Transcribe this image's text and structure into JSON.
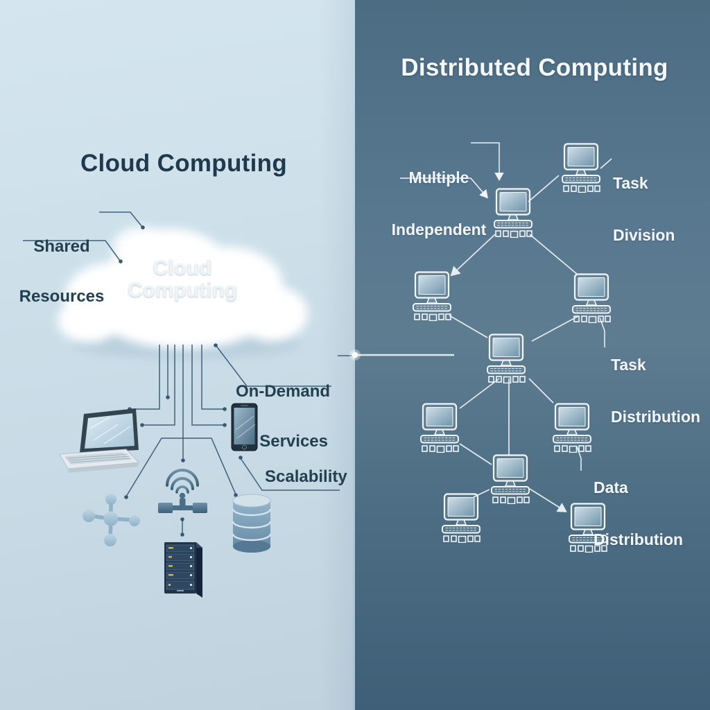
{
  "left": {
    "title": "Cloud Computing",
    "cloud_label": {
      "line1": "Cloud",
      "line2": "Computing"
    },
    "labels": {
      "shared": {
        "line1": "Shared",
        "line2": "Resources"
      },
      "on_demand": {
        "line1": "On-Demand",
        "line2": "Services"
      },
      "scalability": "Scalability"
    },
    "icons": [
      "cloud-icon",
      "laptop-icon",
      "smartphone-icon",
      "network-node-icon",
      "wifi-router-icon",
      "server-rack-icon",
      "database-icon"
    ],
    "colors": {
      "background": "#cde0ea",
      "title": "#1e3a4c",
      "label": "#24404f",
      "line": "#3f607a"
    }
  },
  "right": {
    "title": "Distributed Computing",
    "labels": {
      "multiple_independent": {
        "line1": "Multiple",
        "line2": "Independent"
      },
      "task_division": {
        "line1": "Task",
        "line2": "Division"
      },
      "task_distribution": {
        "line1": "Task",
        "line2": "Distribution"
      },
      "data_distribution": {
        "line1": "Data",
        "line2": "Distribution"
      }
    },
    "icons": [
      "computer-icon"
    ],
    "computer_count": 10,
    "colors": {
      "background": "#54748a",
      "title": "#f4f8fa",
      "label": "#f3f7fa",
      "line": "#eef4f7"
    }
  }
}
